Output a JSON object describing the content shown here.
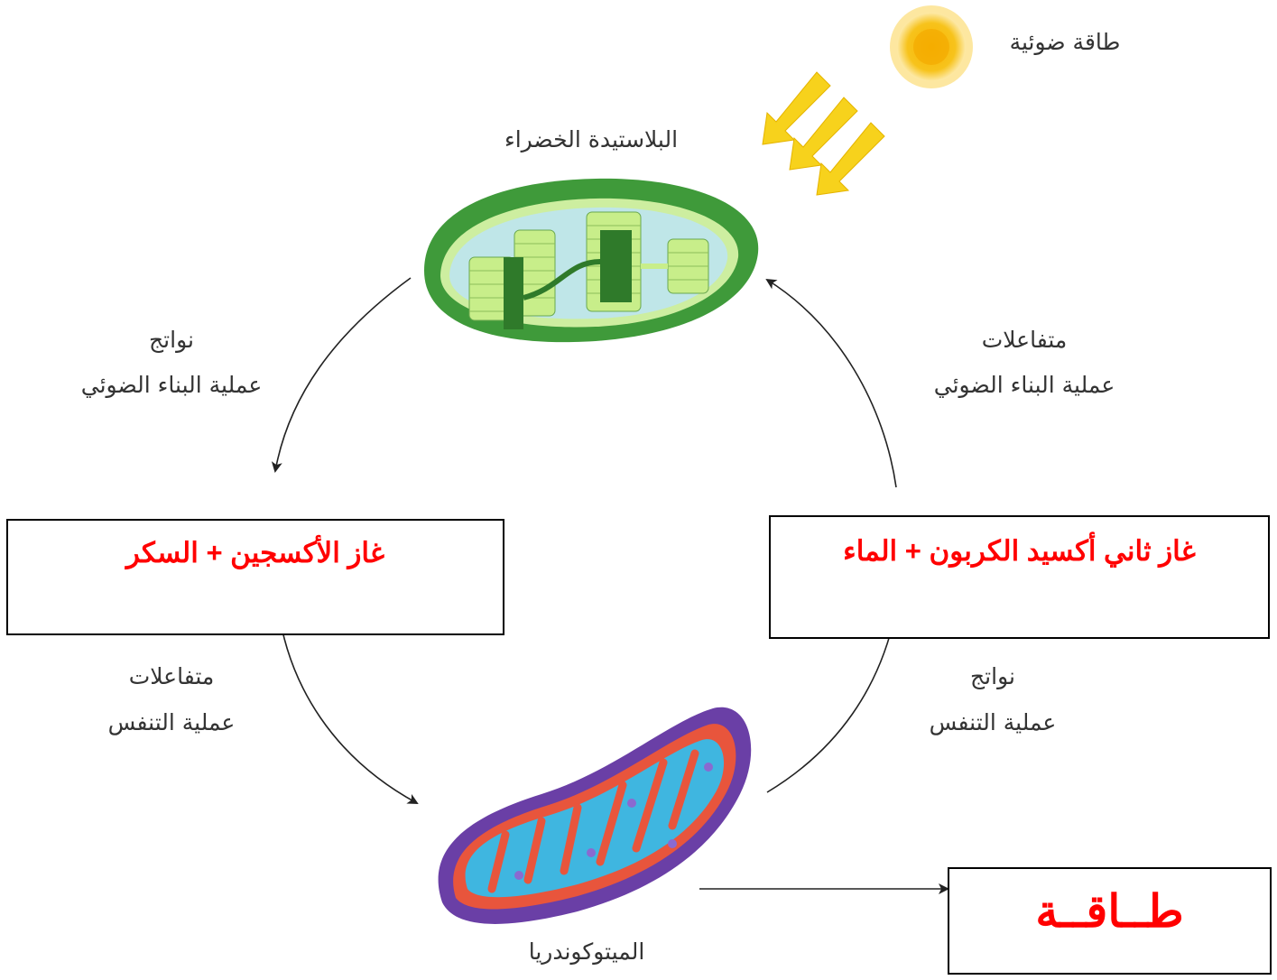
{
  "labels": {
    "light_energy": "طاقة ضوئية",
    "chloroplast": "البلاستيدة الخضراء",
    "mitochondria": "الميتوكوندريا",
    "ps_products_title": "نواتج",
    "ps_products_sub": "عملية البناء الضوئي",
    "ps_reactants_title": "متفاعلات",
    "ps_reactants_sub": "عملية البناء الضوئي",
    "resp_reactants_title": "متفاعلات",
    "resp_reactants_sub": "عملية التنفس",
    "resp_products_title": "نواتج",
    "resp_products_sub": "عملية التنفس"
  },
  "boxes": {
    "oxygen_sugar": "غاز الأكسجين + السكر",
    "co2_water": "غاز ثاني أكسيد الكربون + الماء",
    "energy": "طــاقــة"
  },
  "colors": {
    "box_text": "#ff0000",
    "chloroplast_outer": "#3f9a3a",
    "chloroplast_inner": "#bfe6e8",
    "grana": "#c8ee8a",
    "mito_outer": "#6a3fa6",
    "mito_inner": "#e8553c",
    "mito_matrix": "#3fb6e0",
    "sun": "#f7c31c",
    "light_arrows": "#f7d21c"
  }
}
